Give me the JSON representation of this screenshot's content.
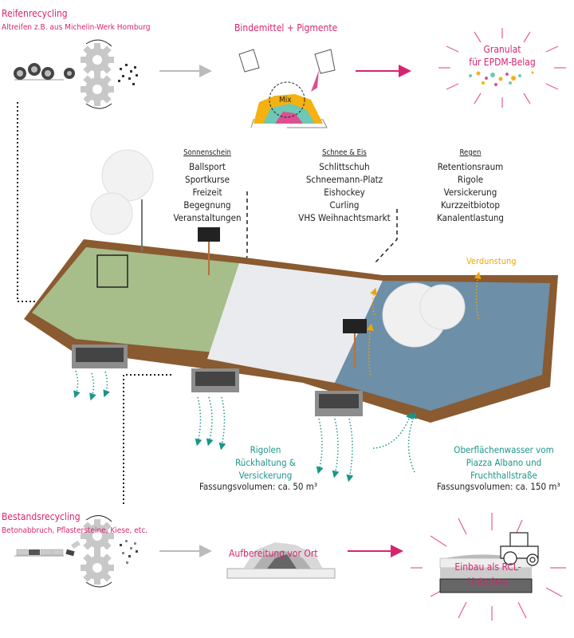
{
  "top": {
    "tire_recycling": {
      "title": "Reifenrecycling",
      "subtitle": "Altreifen z.B. aus Michelin-Werk Homburg"
    },
    "binder": {
      "title": "Bindemittel + Pigmente",
      "mix_label": "Mix"
    },
    "granulate": {
      "line1": "Granulat",
      "line2": "für EPDM-Belag"
    }
  },
  "columns": [
    {
      "heading": "Sonnenschein",
      "items": [
        "Ballsport",
        "Sportkurse",
        "Freizeit",
        "Begegnung",
        "Veranstaltungen"
      ]
    },
    {
      "heading": "Schnee & Eis",
      "items": [
        "Schlittschuh",
        "Schneemann-Platz",
        "Eishockey",
        "Curling",
        "VHS Weihnachtsmarkt"
      ]
    },
    {
      "heading": "Regen",
      "items": [
        "Retentionsraum",
        "Rigole",
        "Versickerung",
        "Kurzzeitbiotop",
        "Kanalentlastung"
      ]
    }
  ],
  "evaporation": "Verdunstung",
  "rigolen": {
    "line1": "Rigolen",
    "line2": "Rückhaltung &",
    "line3": "Versickerung",
    "volume": "Fassungsvolumen: ca. 50 m³"
  },
  "surface_water": {
    "line1": "Oberflächenwasser vom",
    "line2": "Piazza Albano und",
    "line3": "Fruchthallstraße",
    "volume": "Fassungsvolumen: ca. 150 m³"
  },
  "bottom": {
    "existing_recycling": {
      "title": "Bestandsrecycling",
      "subtitle": "Betonabbruch, Pflastersteine, Kiese, etc."
    },
    "processing": "Aufbereitung vor Ort",
    "installation": {
      "line1": "Einbau als RCL-",
      "line2": "Unterbau"
    }
  },
  "colors": {
    "magenta": "#d6256f",
    "teal": "#1a9589",
    "orange": "#f0a500",
    "gear": "#c8c8c8",
    "wood": "#b5713a"
  }
}
